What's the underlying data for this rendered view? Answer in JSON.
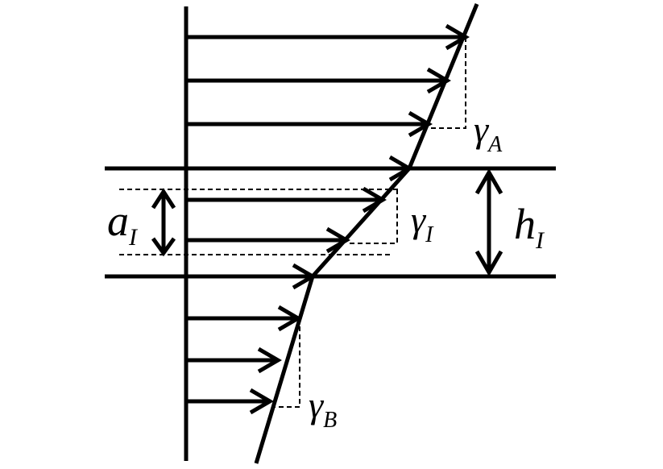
{
  "labels": {
    "gamma_a": {
      "main": "γ",
      "sub": "A"
    },
    "gamma_i": {
      "main": "γ",
      "sub": "I"
    },
    "gamma_b": {
      "main": "γ",
      "sub": "B"
    },
    "a_i": {
      "main": "a",
      "sub": "I"
    },
    "h_i": {
      "main": "h",
      "sub": "I"
    }
  },
  "colors": {
    "stroke": "#000000",
    "background": "#ffffff"
  }
}
